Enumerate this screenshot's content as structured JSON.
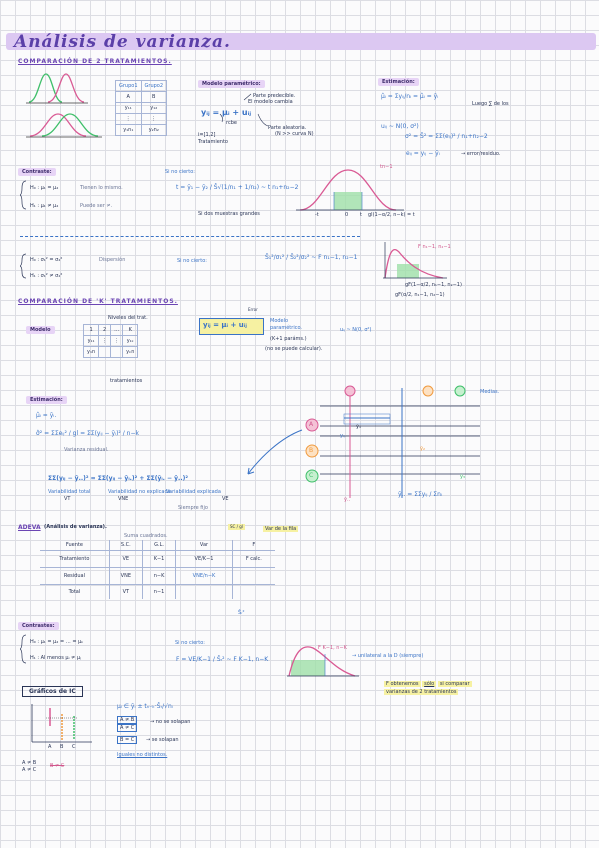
{
  "title": "Análisis de varianza.",
  "sections": {
    "two": "COMPARACIÓN DE 2 TRATAMIENTOS.",
    "k": "COMPARACIÓN DE 'K' TRATAMIENTOS."
  },
  "two": {
    "table_headers": [
      "Grupo1",
      "Grupo2"
    ],
    "table_rows": [
      [
        "A",
        "B"
      ],
      [
        "y₁₁",
        "y₁₂"
      ],
      [
        "⋮",
        "⋮"
      ],
      [
        "y₁n₁",
        "y₂n₂"
      ]
    ],
    "model_label": "Modelo paramétrico:",
    "model_eq": "yᵢⱼ = μᵢ + uᵢⱼ",
    "model_part1": "Parte predecible.",
    "model_part1b": "El modelo cambia",
    "model_rcbe": "rcbe",
    "model_part2": "Parte aleatoria.",
    "model_part2b": "(N >> curva N)",
    "model_ij": "i=[1,2]",
    "model_trat": "Tratamiento",
    "estim_label": "Estimación:",
    "estim_eq1": "μ̂ᵢ = Σyᵢⱼ/nᵢ = μ̂ᵢ = ȳᵢ",
    "estim_luego": "Luego ∑ de los",
    "estim_eq2": "uᵢⱼ ~ N(0, σ²)",
    "estim_eq3": "σ² = Ŝ² = ΣΣ(eᵢⱼ)² / n₁+n₂−2",
    "estim_eq4": "eᵢⱼ = yᵢⱼ − ȳᵢ",
    "estim_resid": "→ error/residuo.",
    "contrast_label": "Contraste:",
    "h0": "H₀ : μ₁ = μ₂",
    "h0_note": "Tienen lo mismo.",
    "h1": "H₁ : μ₁ ≠ μ₂",
    "h1_note": "Puede ser ≠.",
    "sicierto": "Si no cierto:",
    "tstat": "t = ȳ₁ − ȳ₂ / Ŝ√(1/n₁ + 1/n₂) ~ t n₁+n₂−2",
    "tnote": "Si dos muestras grandes",
    "tcurve_label": "tn−1",
    "tcurve_axis": "gl(1−α/2, n−k) = t",
    "tcurve_marks": [
      "-t",
      "0",
      "t"
    ],
    "var_h0": "H₀ : σ₁² = σ₂²",
    "var_h1": "H₁ : σ₁² ≠ σ₂²",
    "var_disp": "Dispersión",
    "var_sicierto": "Si no cierto:",
    "var_f": "Ŝ₁²/σ₁² / Ŝ₂²/σ₂² ~ F n₁−1, n₂−1",
    "fcurve_label": "F n₁−1, n₂−1",
    "fcurve_axis1": "gF(1−α/2, n₁−1, n₂−1)",
    "fcurve_axis2": "gF(α/2, n₁−1, n₂−1)"
  },
  "k": {
    "model_label": "Modelo",
    "grid_title": "Niveles del trat.",
    "grid_headers": [
      "1",
      "2",
      "…",
      "K"
    ],
    "grid_rows": [
      [
        "y₁₁",
        "⋮",
        "⋮",
        "y₁ₖ"
      ],
      [
        "y₁n",
        "",
        "",
        "yₖn"
      ]
    ],
    "grid_trat": "tratamientos",
    "model_eq": "yᵢⱼ = μᵢ + uᵢⱼ",
    "model_side1": "Modelo",
    "model_side2": "paramétrico.",
    "model_side3": "(K+1 paráms.)",
    "model_side4": "(no se puede calcular).",
    "model_err": "uᵢⱼ ~ N(0, σ²)",
    "error_small": "Error",
    "estim_label": "Estimación:",
    "estim_eq1": "μ̂ᵢ = ȳᵢ.",
    "estim_eq2": "σ̂² = ΣΣeᵢⱼ² / gl = ΣΣ(yᵢⱼ − ȳᵢ)² / n−k",
    "estim_note": "Varianza residual.",
    "decomp": "ΣΣ(yᵢⱼ − ȳ..)² = ΣΣ(yᵢⱼ − ȳᵢ.)² + ΣΣ(ȳᵢ. − ȳ..)²",
    "decomp_l1": "Variabilidad total",
    "decomp_l1b": "VT",
    "decomp_l2": "Variabilidad no explicada",
    "decomp_l2b": "VNE",
    "decomp_l3": "Variabilidad explicada",
    "decomp_l3b": "VE",
    "decomp_note": "Siempre fijo",
    "diagram_medias": "Medias.",
    "diagram_labels": [
      "A",
      "B",
      "C"
    ],
    "diagram_ybar": "ȳ..",
    "diagram_ybar_eq": "ȳ.. = ΣΣyᵢⱼ / Σnᵢ",
    "diagram_yij": "yᵢⱼ",
    "diagram_d1": "ȳ₁",
    "diagram_d2": "ȳ₂",
    "diagram_d3": "ȳ₃"
  },
  "adeva": {
    "label": "ADEVA",
    "label_suffix": "(Análisis de varianza).",
    "suma_note": "Suma cuadrados.",
    "vardiv": "Var de la fila",
    "bc_note": "SC / gl",
    "headers": [
      "Fuente",
      "S.C.",
      "G.L.",
      "Var",
      "F"
    ],
    "rows": [
      [
        "Tratamiento",
        "VE",
        "K−1",
        "VE/K−1",
        "F calc."
      ],
      [
        "Residual",
        "VNE",
        "n−K",
        "VNE/n−K",
        ""
      ],
      [
        "Total",
        "VT",
        "n−1",
        "",
        ""
      ]
    ],
    "sr2": "Ŝᵣ²"
  },
  "contrast_k": {
    "label": "Contrastes:",
    "h0": "H₀ : μ₁ = μ₂ = … = μₖ",
    "h1": "H₁ : Al menos μᵢ ≠ μⱼ",
    "sicierto": "Si no cierto:",
    "f": "F = VE/K−1 / Ŝᵣ² ~ F K−1, n−K",
    "fcurve": "F K−1, n−K",
    "unilateral": "→ unilateral a la D (siempre)",
    "note_1": "F obtenemos",
    "note_sol": "sólo",
    "note_2": "si comparar",
    "note_3": "varianzas de 2 tratamientos"
  },
  "graph_ic": {
    "label": "Gráficos de IC",
    "eq": "μᵢ ∈ ȳᵢ ± tₙ₋ₖ·Ŝᵣ/√nᵢ",
    "ab": "A ≠ B",
    "ac": "A ≠ C",
    "no_distinct": "→ no se solapan",
    "bc": "B = C",
    "si": "→ se solapan",
    "iguales": "Iguales no distintos.",
    "axis": [
      "A",
      "B",
      "C"
    ],
    "bottom1": "A ≠ B",
    "bottom2": "A ≠ C",
    "bottom3": "B ≠ C"
  }
}
